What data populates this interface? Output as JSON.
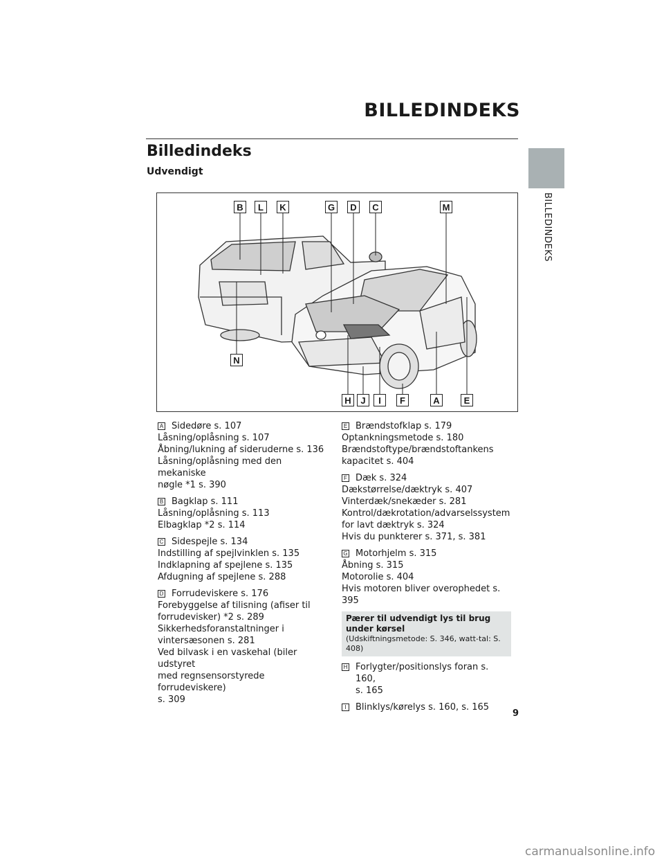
{
  "header": {
    "title": "BILLEDINDEKS"
  },
  "side": {
    "label": "BILLEDINDEKS"
  },
  "section": {
    "title": "Billedindeks",
    "subtitle": "Udvendigt"
  },
  "figure": {
    "labels_top": [
      "B",
      "L",
      "K",
      "G",
      "D",
      "C",
      "M"
    ],
    "labels_bottom": [
      "H",
      "J",
      "I",
      "F",
      "A",
      "E"
    ],
    "label_left": "N"
  },
  "left_column": [
    {
      "letter": "A",
      "lines": [
        "Sidedøre s. 107",
        "Låsning/oplåsning s. 107",
        "Åbning/lukning af sideruderne s. 136",
        "Låsning/oplåsning med den mekaniske",
        "nøgle *1 s. 390"
      ]
    },
    {
      "letter": "B",
      "lines": [
        "Bagklap s. 111",
        "Låsning/oplåsning s. 113",
        "Elbagklap *2 s. 114"
      ]
    },
    {
      "letter": "C",
      "lines": [
        "Sidespejle s. 134",
        "Indstilling af spejlvinklen s. 135",
        "Indklapning af spejlene s. 135",
        "Afdugning af spejlene s. 288"
      ]
    },
    {
      "letter": "D",
      "lines": [
        "Forrudeviskere s. 176",
        "Forebyggelse af tilisning (afiser til",
        "forrudevisker) *2 s. 289",
        "Sikkerhedsforanstaltninger i",
        "vintersæsonen s. 281",
        "Ved bilvask i en vaskehal (biler udstyret",
        "med regnsensorstyrede forrudeviskere)",
        "s. 309"
      ]
    }
  ],
  "right_column": [
    {
      "letter": "E",
      "lines": [
        "Brændstofklap s. 179",
        "Optankningsmetode s. 180",
        "Brændstoftype/brændstoftankens",
        "kapacitet s. 404"
      ]
    },
    {
      "letter": "F",
      "lines": [
        "Dæk s. 324",
        "Dækstørrelse/dæktryk s. 407",
        "Vinterdæk/snekæder s. 281",
        "Kontrol/dækrotation/advarselssystem",
        "for lavt dæktryk s. 324",
        "Hvis du punkterer s. 371, s. 381"
      ]
    },
    {
      "letter": "G",
      "lines": [
        "Motorhjelm s. 315",
        "Åbning s. 315",
        "Motorolie s. 404",
        "Hvis motoren bliver overophedet s. 395"
      ]
    },
    {
      "box_title": "Pærer til udvendigt lys til brug under kørsel",
      "box_text": "(Udskiftningsmetode: S. 346, watt-tal: S. 408)"
    },
    {
      "letter": "H",
      "lines": [
        "Forlygter/positionslys foran s. 160,",
        "s. 165"
      ]
    },
    {
      "letter": "I",
      "lines": [
        "Blinklys/kørelys s. 160, s. 165"
      ]
    }
  ],
  "page_number": "9",
  "watermark": "carmanualsonline.info"
}
